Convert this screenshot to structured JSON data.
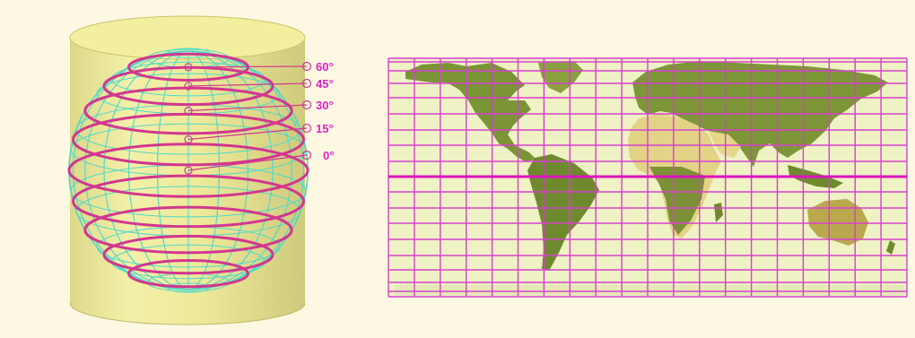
{
  "colors": {
    "background": "#fdf8e2",
    "cylinder_fill": "#ece889",
    "cylinder_edge": "#c9c46a",
    "globe_graticule": "#4fd9c9",
    "latitude_lines": "#d2378f",
    "labels": "#e020c8",
    "map_grid": "#d93fcf",
    "map_equator": "#e010c0",
    "ocean": "#eef2c4",
    "land_green": "#6f8a2e",
    "land_desert": "#e6d68a"
  },
  "diagram": {
    "latitude_labels": [
      {
        "text": "60°",
        "latitude": 60
      },
      {
        "text": "45°",
        "latitude": 45
      },
      {
        "text": "30°",
        "latitude": 30
      },
      {
        "text": "15°",
        "latitude": 15
      },
      {
        "text": "0°",
        "latitude": 0
      }
    ]
  }
}
